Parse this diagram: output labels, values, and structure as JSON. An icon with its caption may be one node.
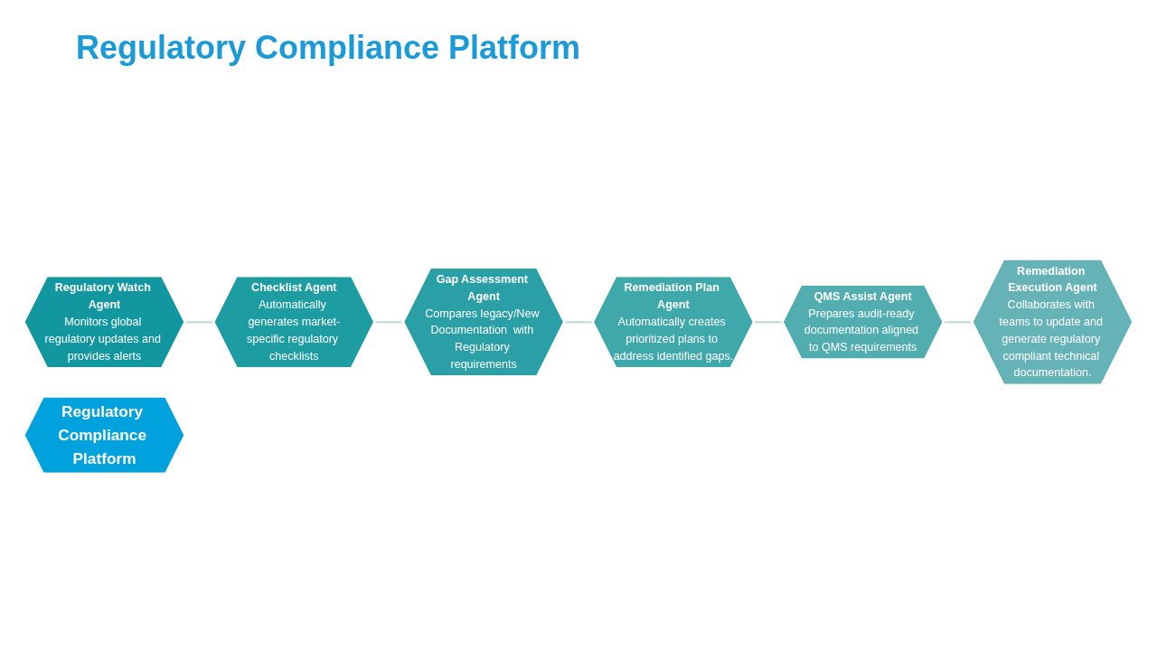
{
  "diagram": {
    "title": "Regulatory Compliance Platform",
    "nodes": [
      {
        "text": [
          "Regulatory Watch Agent",
          "Monitors global regulatory updates and provides alerts"
        ]
      },
      {
        "text": [
          "Remediation Execution Agent",
          "Collaborates with teams to update and generate regulatory compliant technical documentation."
        ]
      },
      {
        "text": [
          "Checklist Agent",
          "Automatically generates market-specific regulatory checklists"
        ]
      },
      {
        "text": [
          "Regulatory Compliance Platform"
        ]
      },
      {
        "text": [
          "QMS Assist Agent",
          "Prepares audit-ready documentation aligned to QMS requirements"
        ]
      },
      {
        "text": [
          "Gap Assessment Agent",
          "Compares legacy/New Documentation  with Regulatory requirements"
        ]
      },
      {
        "text": [
          "Remediation Plan Agent",
          "Automatically creates prioritized plans to address identified gaps."
        ]
      }
    ],
    "edges": [
      {
        "from": 0,
        "to": 2,
        "arrow": "none"
      },
      {
        "from": 2,
        "to": 5,
        "arrow": "none"
      },
      {
        "from": 5,
        "to": 6,
        "arrow": "none"
      },
      {
        "from": 6,
        "to": 4,
        "arrow": "none"
      },
      {
        "from": 4,
        "to": 1,
        "arrow": "none"
      }
    ]
  }
}
